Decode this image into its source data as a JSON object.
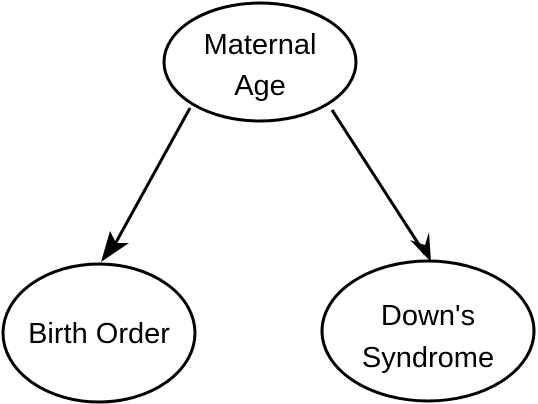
{
  "nodes": {
    "maternal_age": {
      "line1": "Maternal",
      "line2": "Age"
    },
    "birth_order": {
      "label": "Birth Order"
    },
    "downs_syndrome": {
      "line1": "Down's",
      "line2": "Syndrome"
    }
  },
  "edges": [
    {
      "from": "Maternal Age",
      "to": "Birth Order"
    },
    {
      "from": "Maternal Age",
      "to": "Down's Syndrome"
    }
  ]
}
